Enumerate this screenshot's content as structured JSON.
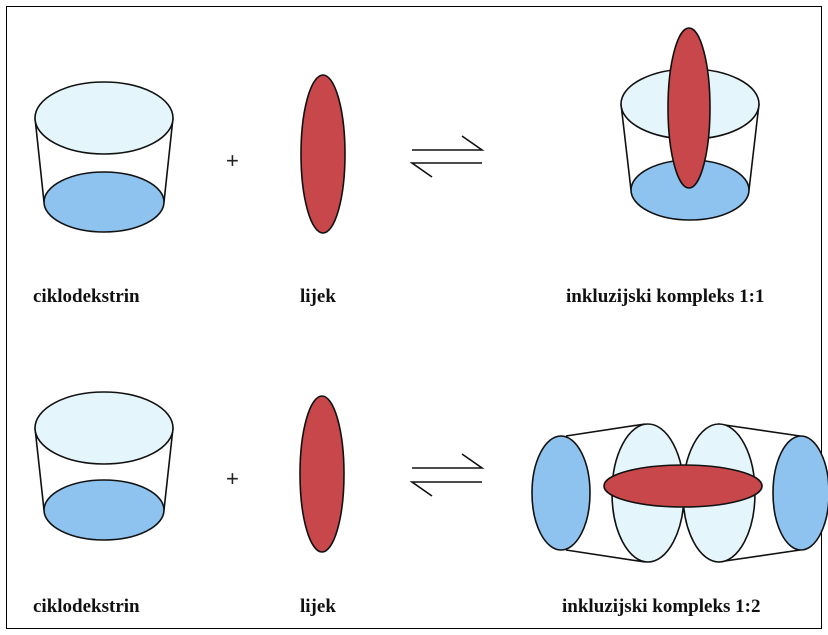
{
  "colors": {
    "cavity_top": "#e4f6fb",
    "cavity_bottom": "#8ec2ef",
    "drug": "#c8474b",
    "outline": "#111111"
  },
  "symbols": {
    "plus": "+"
  },
  "rows": [
    {
      "host_label": "ciklodekstrin",
      "guest_label": "lijek",
      "complex_label": "inkluzijski kompleks 1:1"
    },
    {
      "host_label": "ciklodekstrin",
      "guest_label": "lijek",
      "complex_label": "inkluzijski kompleks 1:2"
    }
  ]
}
